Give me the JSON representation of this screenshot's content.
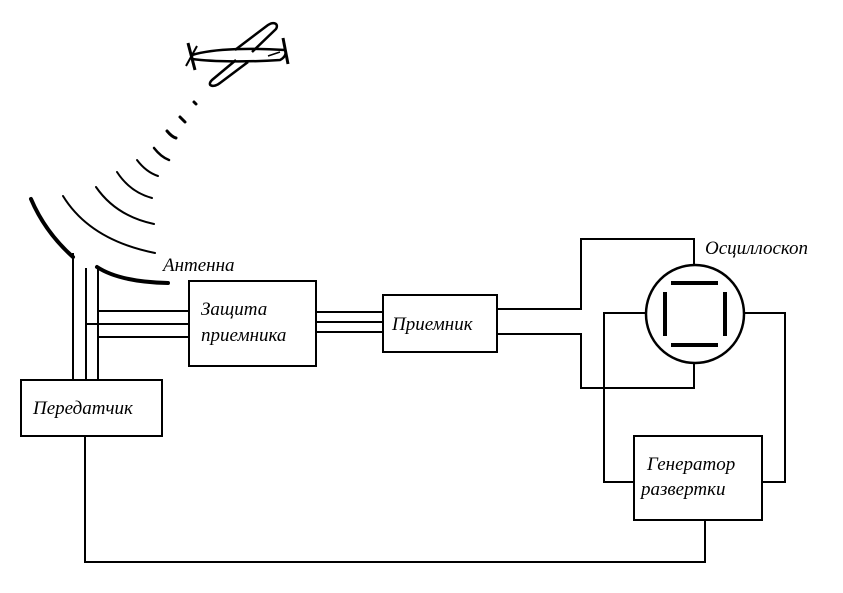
{
  "diagram": {
    "antenna_label": "Антенна",
    "oscilloscope_label": "Осциллоскоп",
    "blocks": {
      "protection": {
        "line1": "Защита",
        "line2": "приемника"
      },
      "receiver": {
        "label": "Приемник"
      },
      "transmitter": {
        "label": "Передатчик"
      },
      "sweep_generator": {
        "line1": "Генератор",
        "line2": "развертки"
      }
    },
    "airplane_icon": "airplane-icon",
    "colors": {
      "stroke": "#000000",
      "background": "#ffffff"
    }
  }
}
